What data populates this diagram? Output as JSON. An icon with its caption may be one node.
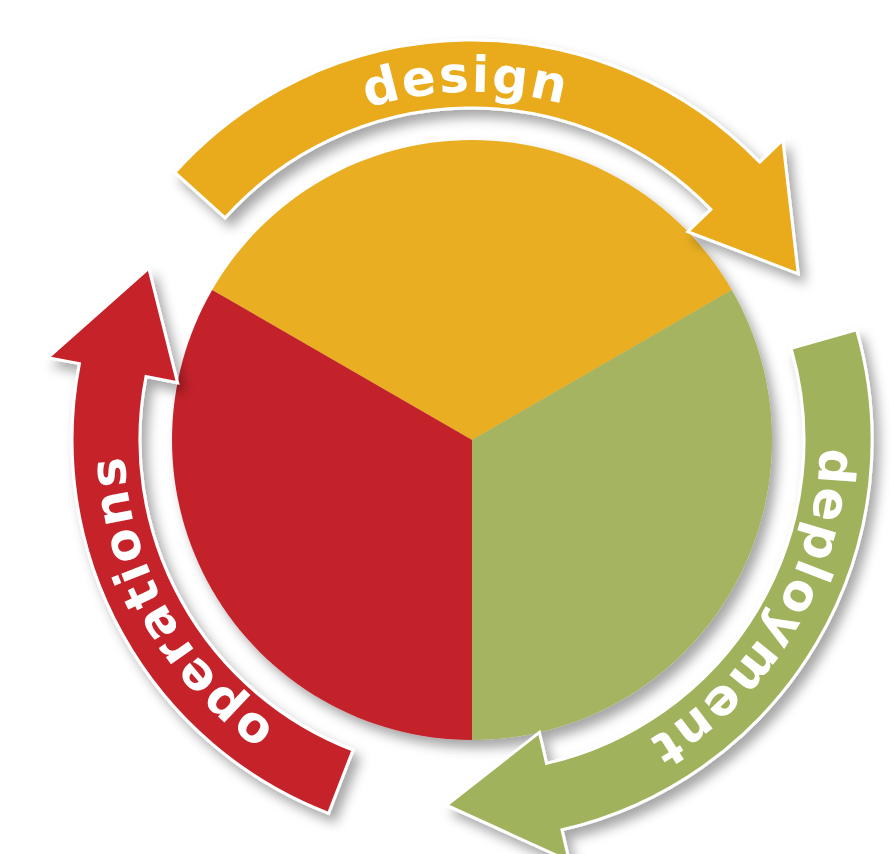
{
  "diagram": {
    "nodes": [
      {
        "text": [
          "design"
        ]
      },
      {
        "text": [
          "deployment"
        ]
      },
      {
        "text": [
          "operations"
        ]
      }
    ]
  }
}
